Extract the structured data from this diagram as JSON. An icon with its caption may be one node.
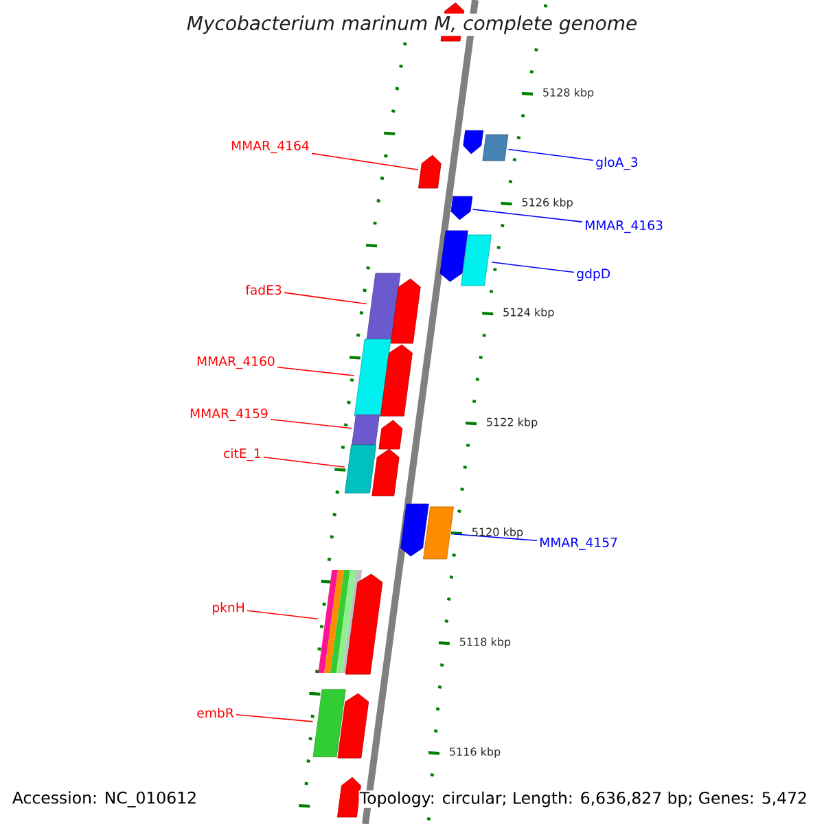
{
  "diagram": {
    "title": "Mycobacterium marinum M, complete genome",
    "nodes": [
      {
        "text": [
          "MMAR_4164"
        ]
      },
      {
        "text": [],
        "shape": "box"
      },
      {
        "text": [
          "gloA_3"
        ]
      },
      {
        "text": [],
        "shape": "box"
      },
      {
        "text": [
          "MMAR_4163"
        ]
      },
      {
        "text": [],
        "shape": "box"
      },
      {
        "text": [
          "gdpD"
        ]
      },
      {
        "text": [],
        "shape": "box"
      },
      {
        "text": [
          "fadE3"
        ]
      },
      {
        "text": [],
        "shape": "box"
      },
      {
        "text": [
          "MMAR_4160"
        ]
      },
      {
        "text": [],
        "shape": "box"
      },
      {
        "text": [
          "MMAR_4159"
        ]
      },
      {
        "text": [],
        "shape": "box"
      },
      {
        "text": [
          "citE_1"
        ]
      },
      {
        "text": [],
        "shape": "box"
      },
      {
        "text": [
          "MMAR_4157"
        ]
      },
      {
        "text": [],
        "shape": "box"
      },
      {
        "text": [
          "pknH"
        ]
      },
      {
        "text": [],
        "shape": "box"
      },
      {
        "text": [
          "embR"
        ]
      },
      {
        "text": [],
        "shape": "box"
      },
      {
        "text": [],
        "shape": "box"
      },
      {
        "text": [],
        "shape": "box"
      },
      {
        "text": [],
        "shape": "box"
      },
      {
        "text": [],
        "shape": "box"
      },
      {
        "text": [],
        "shape": "box"
      },
      {
        "text": [],
        "shape": "box"
      },
      {
        "text": [],
        "shape": "box"
      },
      {
        "text": [],
        "shape": "box"
      },
      {
        "text": [],
        "shape": "box"
      },
      {
        "text": [],
        "shape": "box"
      },
      {
        "text": [],
        "shape": "box"
      }
    ],
    "edges": [
      {
        "from": 0,
        "to": 1,
        "arrow": "none"
      },
      {
        "from": 2,
        "to": 3,
        "arrow": "none",
        "color": "#0000ff"
      },
      {
        "from": 4,
        "to": 5,
        "arrow": "none",
        "color": "#0000ff"
      },
      {
        "from": 6,
        "to": 7,
        "arrow": "none",
        "color": "#0000ff"
      },
      {
        "from": 8,
        "to": 9,
        "arrow": "none"
      },
      {
        "from": 10,
        "to": 11,
        "arrow": "none"
      },
      {
        "from": 12,
        "to": 13,
        "arrow": "none"
      },
      {
        "from": 14,
        "to": 15,
        "arrow": "none"
      },
      {
        "from": 16,
        "to": 17,
        "arrow": "none",
        "color": "#0000ff"
      },
      {
        "from": 18,
        "to": 19,
        "arrow": "none"
      },
      {
        "from": 20,
        "to": 21,
        "arrow": "none"
      }
    ],
    "labels": [
      "5128 kbp",
      "5126 kbp",
      "5124 kbp",
      "5122 kbp",
      "5120 kbp",
      "5118 kbp",
      "5116 kbp",
      "Accession: NC_010612",
      "Topology: circular; Length: 6,636,827 bp; Genes: 5,472"
    ]
  }
}
